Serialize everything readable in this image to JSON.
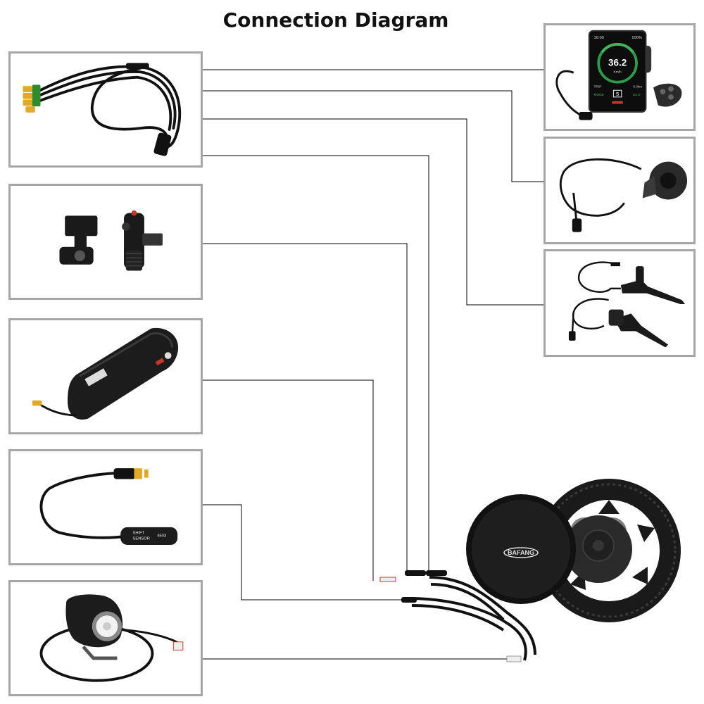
{
  "title": "Connection Diagram",
  "components": [
    {
      "id": "main-harness",
      "icon": "wiring-harness-icon"
    },
    {
      "id": "speed-sensor",
      "icon": "speed-sensor-icon"
    },
    {
      "id": "battery",
      "icon": "battery-icon"
    },
    {
      "id": "gear-shift-sensor",
      "icon": "gear-shift-sensor-icon",
      "label_line1": "SHIFT",
      "label_line2": "SENSOR",
      "label_code": "4503"
    },
    {
      "id": "headlight",
      "icon": "headlight-icon"
    },
    {
      "id": "display",
      "icon": "display-icon",
      "clock": "16:00",
      "battery_pct": "100%",
      "speed": "36.2",
      "speed_unit": "Km/h",
      "trip_label": "TRIP",
      "trip_value": "0.0km",
      "mode_label": "MODE",
      "assist_level": "5",
      "eco_label": "ECO"
    },
    {
      "id": "throttle",
      "icon": "thumb-throttle-icon"
    },
    {
      "id": "brake-levers",
      "icon": "brake-lever-icon"
    },
    {
      "id": "motor",
      "icon": "mid-drive-motor-icon",
      "brand": "BAFANG"
    }
  ],
  "colors": {
    "frame_border": "#a6a6a6",
    "wire": "#000000",
    "part": "#111111",
    "connector_accent": "#2e8b2e"
  }
}
